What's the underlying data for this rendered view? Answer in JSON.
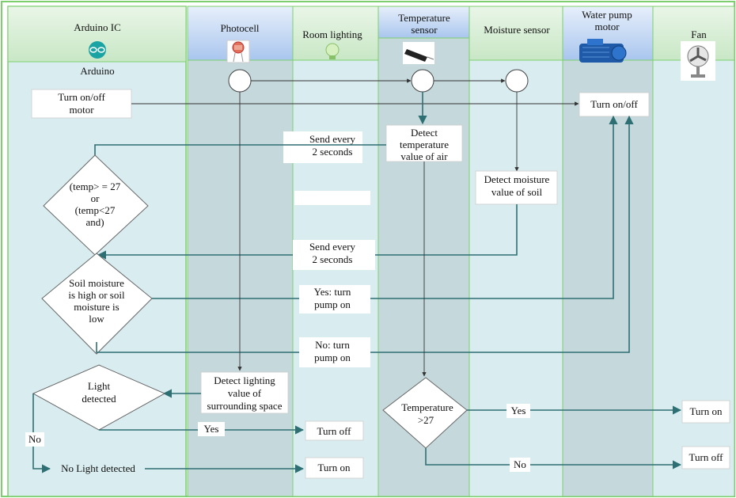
{
  "lanes": [
    {
      "title": "Arduino IC",
      "icon": "arduino-logo-icon",
      "caption": "Arduino"
    },
    {
      "title": "Photocell",
      "icon": "photocell-icon"
    },
    {
      "title": "Room lighting",
      "icon": "light-bulb-icon"
    },
    {
      "title": "Temperature sensor",
      "icon": "temperature-sensor-icon"
    },
    {
      "title": "Moisture sensor"
    },
    {
      "title": "Water pump motor",
      "icon": "water-pump-icon"
    },
    {
      "title": "Fan",
      "icon": "fan-icon"
    }
  ],
  "nodes": {
    "turn_onoff_motor": "Turn on/off motor",
    "pump_turn_onoff": "Turn  on/off",
    "send_every_1": "Send every 2 seconds",
    "detect_temp": "Detect temperature value of air",
    "detect_moisture": "Detect moisture value of soil",
    "temp_condition": "(temp> = 27 or (temp<27 and)",
    "send_every_2": "Send every 2 seconds",
    "soil_condition": "Soil moisture is high or soil moisture is low",
    "yes_pump_on": "Yes: turn pump on",
    "no_pump_on": "No: turn pump on",
    "light_detected": "Light detected",
    "detect_lighting": "Detect lighting value of surrounding space",
    "yes_label": "Yes",
    "turn_off": "Turn off",
    "no_label": "No",
    "no_light_detected": "No Light detected",
    "turn_on": "Turn on",
    "temp_gt27": "Temperature >27",
    "fan_yes": "Yes",
    "fan_turn_on": "Turn on",
    "fan_no": "No",
    "fan_turn_off": "Turn off"
  },
  "colors": {
    "lane_bg": "#d9edf1",
    "lane_alt_bg": "#c5d9dc",
    "header_green": "#d3ecd2",
    "header_blue": "#b8d1f0",
    "lane_border": "#7dcf6e",
    "flow": "#2e6f73"
  }
}
